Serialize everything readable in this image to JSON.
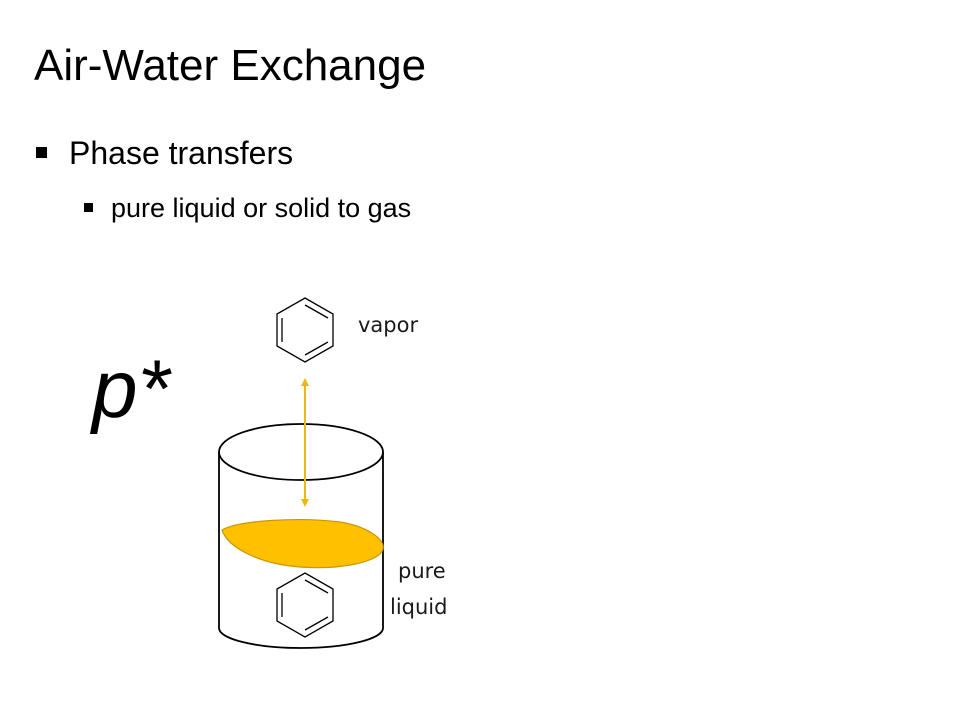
{
  "slide": {
    "title": "Air-Water Exchange",
    "bullets": [
      {
        "level": 1,
        "text": "Phase transfers"
      },
      {
        "level": 2,
        "text": "pure liquid or solid to gas"
      }
    ]
  },
  "diagram": {
    "symbol": "p*",
    "vapor_label": "vapor",
    "liquid_label_line1": "pure",
    "liquid_label_line2": "liquid",
    "vapor_molecule_icon": "benzene-ring-icon",
    "liquid_molecule_icon": "benzene-ring-icon",
    "exchange_arrow_icon": "double-headed-arrow-icon"
  },
  "colors": {
    "liquid_fill": "#FFC000",
    "liquid_outline": "#C99700",
    "arrow": "#E8B814",
    "outline": "#000000"
  }
}
